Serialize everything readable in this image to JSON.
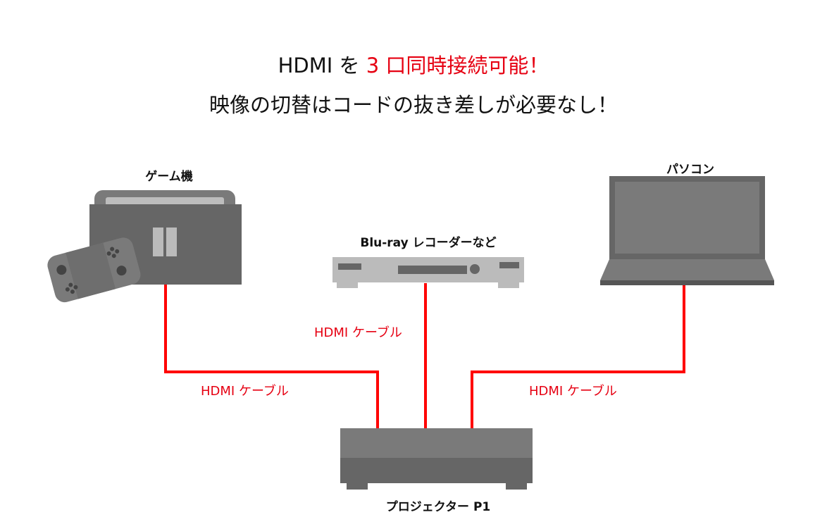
{
  "headline": {
    "line1_prefix": "HDMI を ",
    "line1_highlight": "3 口同時接続可能！",
    "line2": "映像の切替はコードの抜き差しが必要なし！"
  },
  "devices": {
    "game": "ゲーム機",
    "bluray": "Blu-ray レコーダーなど",
    "pc": "パソコン",
    "projector": "プロジェクター P1"
  },
  "cables": {
    "left": "HDMI ケーブル",
    "center": "HDMI ケーブル",
    "right": "HDMI ケーブル"
  },
  "colors": {
    "cable": "#ff0000",
    "highlight": "#e60012",
    "device_dark": "#666666",
    "device_light": "#bbbbbb"
  }
}
